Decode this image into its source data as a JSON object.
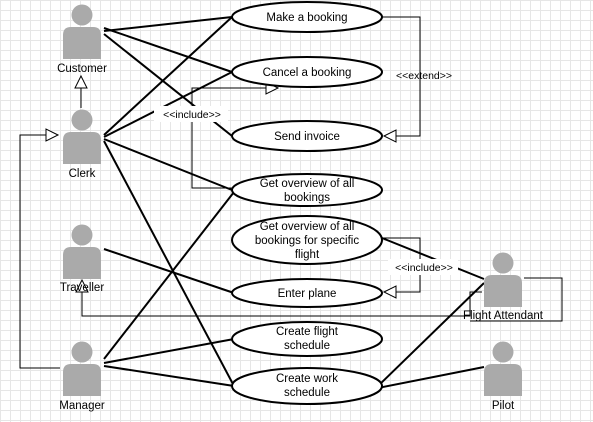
{
  "diagram": {
    "actors": [
      {
        "id": "customer",
        "label": "Customer"
      },
      {
        "id": "clerk",
        "label": "Clerk"
      },
      {
        "id": "traveller",
        "label": "Traveller"
      },
      {
        "id": "manager",
        "label": "Manager"
      },
      {
        "id": "flight_attendant",
        "label": "Flight Attendant"
      },
      {
        "id": "pilot",
        "label": "Pilot"
      }
    ],
    "use_cases": [
      {
        "id": "make_booking",
        "lines": [
          "Make a booking"
        ]
      },
      {
        "id": "cancel_booking",
        "lines": [
          "Cancel a booking"
        ]
      },
      {
        "id": "send_invoice",
        "lines": [
          "Send invoice"
        ]
      },
      {
        "id": "overview_all",
        "lines": [
          "Get overview of all",
          "bookings"
        ]
      },
      {
        "id": "overview_flight",
        "lines": [
          "Get overview of all",
          "bookings for specific",
          "flight"
        ]
      },
      {
        "id": "enter_plane",
        "lines": [
          "Enter plane"
        ]
      },
      {
        "id": "create_flight_schedule",
        "lines": [
          "Create flight",
          "schedule"
        ]
      },
      {
        "id": "create_work_schedule",
        "lines": [
          "Create work",
          "schedule"
        ]
      }
    ],
    "associations": [
      [
        "customer",
        "make_booking"
      ],
      [
        "customer",
        "cancel_booking"
      ],
      [
        "customer",
        "send_invoice"
      ],
      [
        "clerk",
        "make_booking"
      ],
      [
        "clerk",
        "cancel_booking"
      ],
      [
        "clerk",
        "overview_all"
      ],
      [
        "clerk",
        "create_work_schedule"
      ],
      [
        "traveller",
        "enter_plane"
      ],
      [
        "manager",
        "overview_all"
      ],
      [
        "manager",
        "create_flight_schedule"
      ],
      [
        "manager",
        "create_work_schedule"
      ],
      [
        "flight_attendant",
        "overview_flight"
      ],
      [
        "flight_attendant",
        "create_work_schedule"
      ],
      [
        "pilot",
        "create_work_schedule"
      ]
    ],
    "relations": [
      {
        "label": "<<extend>>",
        "from": "make_booking",
        "to": "send_invoice"
      },
      {
        "label": "<<include>>",
        "from": "overview_all",
        "to": "cancel_booking"
      },
      {
        "label": "<<include>>",
        "from": "overview_flight",
        "to": "enter_plane"
      }
    ],
    "generalizations": [
      {
        "child": "clerk",
        "parent": "customer"
      },
      {
        "child": "manager",
        "parent": "clerk"
      },
      {
        "child": "flight_attendant",
        "parent": "traveller"
      }
    ]
  }
}
